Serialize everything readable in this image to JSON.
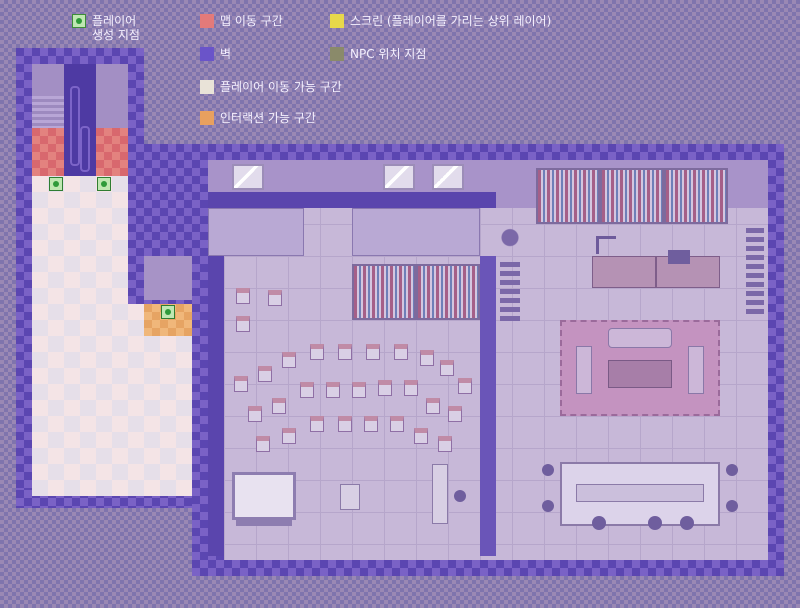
{
  "legend": {
    "spawn": "플레이어\n생성 지점",
    "map_move": "맵 이동 구간",
    "screen": "스크린 (플레이어를 가리는 상위 레이어)",
    "wall": "벽",
    "npc": "NPC 위치 지점",
    "walkable": "플레이어 이동 가능 구간",
    "interact": "인터랙션 가능 구간"
  },
  "colors": {
    "spawn": "#3e8c3a",
    "map_move": "#e37a7a",
    "screen": "#e7d84a",
    "wall": "#6a54c9",
    "npc": "#8a8a6a",
    "walkable": "#e9e3d8",
    "interact": "#e8a05f"
  },
  "icons": {
    "spawn": "green-dot-icon",
    "chair": "chair-icon",
    "plant": "plant-icon",
    "lamp": "desk-lamp-icon",
    "whiteboard": "whiteboard-icon"
  }
}
